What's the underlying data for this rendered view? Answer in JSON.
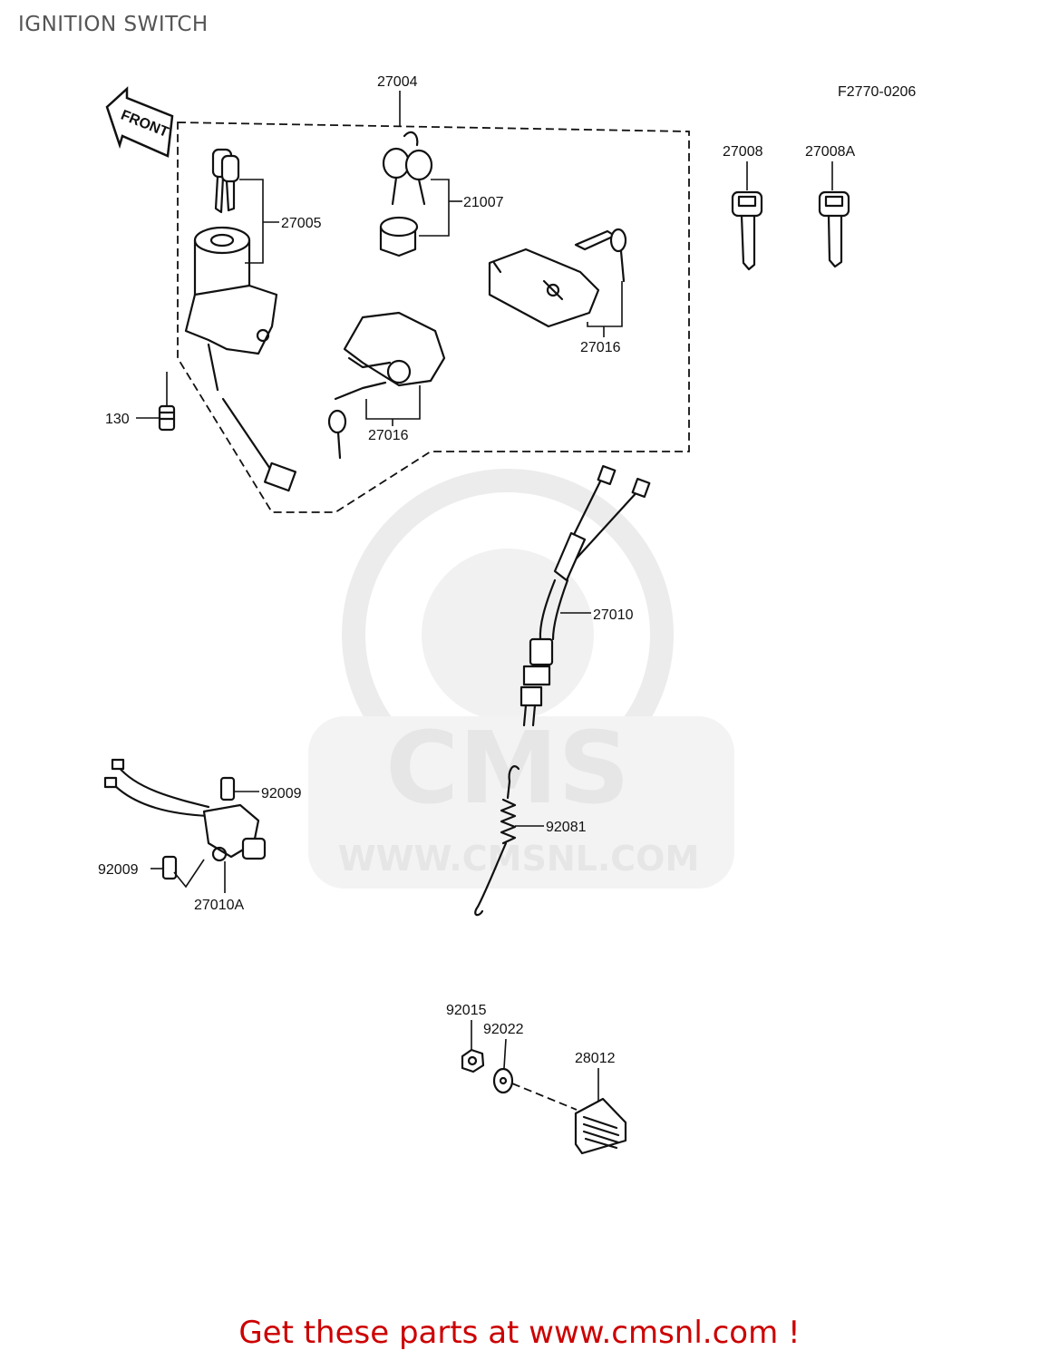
{
  "page": {
    "title": "IGNITION SWITCH",
    "footer": "Get these parts at www.cmsnl.com !"
  },
  "diagram": {
    "figure_code": "F2770-0206",
    "front_label": "FRONT",
    "watermark": {
      "brand": "CMS",
      "url": "WWW.CMSNL.COM"
    },
    "parts": {
      "p27004": "27004",
      "p27005": "27005",
      "p21007": "21007",
      "p27008": "27008",
      "p27008A": "27008A",
      "p27016a": "27016",
      "p27016b": "27016",
      "p130": "130",
      "p27010": "27010",
      "p92009a": "92009",
      "p92009b": "92009",
      "p27010A": "27010A",
      "p92081": "92081",
      "p92015": "92015",
      "p92022": "92022",
      "p28012": "28012"
    }
  },
  "colors": {
    "footer": "#cc0000",
    "title": "#555555",
    "watermark": "#e6e6e6"
  }
}
